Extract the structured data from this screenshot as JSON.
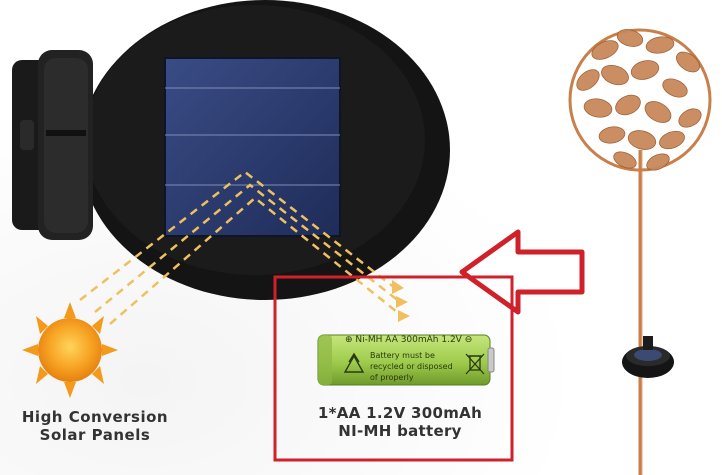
{
  "left_caption": {
    "line1": "High Conversion",
    "line2": "Solar Panels"
  },
  "battery_caption": {
    "line1": "1*AA 1.2V 300mAh",
    "line2": "NI-MH battery"
  },
  "battery_label": {
    "top": "Ni-MH AA 300mAh 1.2V",
    "note_line1": "Battery must be",
    "note_line2": "recycled or disposed",
    "note_line3": "of properly"
  },
  "colors": {
    "highlight_box": "#d0202a",
    "arrow": "#d0202a",
    "light_rays": "#f0c060",
    "sun": "#f39a1c",
    "battery": "#a6d05a",
    "panel": "#2b3c6e",
    "housing": "#161616",
    "copper": "#c97f4a"
  }
}
